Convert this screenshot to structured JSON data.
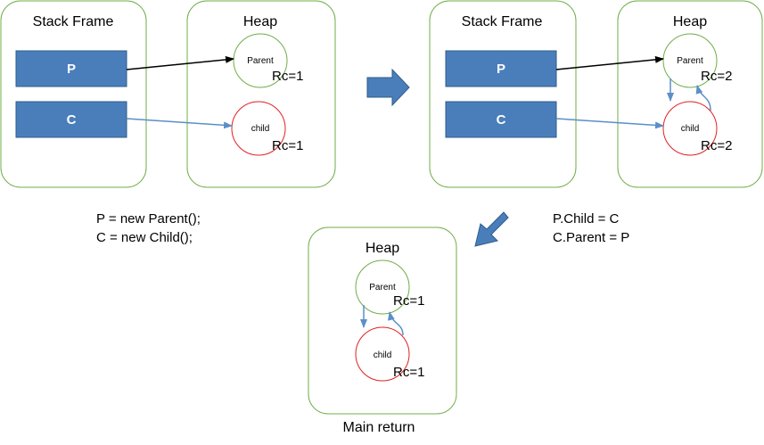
{
  "panel1": {
    "stack_title": "Stack Frame",
    "heap_title": "Heap",
    "var_p": "P",
    "var_c": "C",
    "parent_label": "Parent",
    "parent_rc": "Rc=1",
    "child_label": "child",
    "child_rc": "Rc=1",
    "code": [
      "P = new Parent();",
      "C = new Child();"
    ]
  },
  "panel2": {
    "stack_title": "Stack Frame",
    "heap_title": "Heap",
    "var_p": "P",
    "var_c": "C",
    "parent_label": "Parent",
    "parent_rc": "Rc=2",
    "child_label": "child",
    "child_rc": "Rc=2",
    "code": [
      "P.Child = C",
      "C.Parent = P"
    ]
  },
  "panel3": {
    "heap_title": "Heap",
    "parent_label": "Parent",
    "parent_rc": "Rc=1",
    "child_label": "child",
    "child_rc": "Rc=1",
    "caption": "Main return"
  },
  "colors": {
    "frame_border": "#70ad47",
    "var_fill": "#4a7ebb",
    "var_border": "#2e5c8a",
    "parent_circle": "#70ad47",
    "child_circle": "#e02020",
    "ref_arrow_black": "#000000",
    "ref_arrow_blue": "#5b8fc9",
    "flow_arrow": "#4a7ebb"
  }
}
